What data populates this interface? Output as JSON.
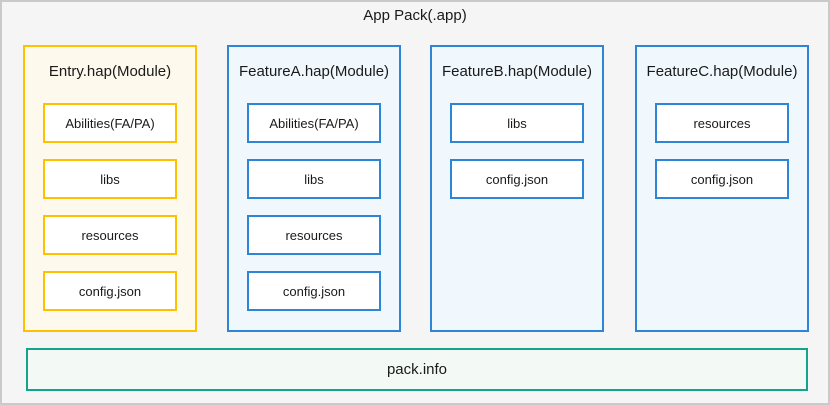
{
  "title": "App Pack(.app)",
  "pack_info": {
    "label": "pack.info"
  },
  "modules": [
    {
      "title": "Entry.hap(Module)",
      "theme": "gold",
      "items": [
        "Abilities(FA/PA)",
        "libs",
        "resources",
        "config.json"
      ]
    },
    {
      "title": "FeatureA.hap(Module)",
      "theme": "blue",
      "items": [
        "Abilities(FA/PA)",
        "libs",
        "resources",
        "config.json"
      ]
    },
    {
      "title": "FeatureB.hap(Module)",
      "theme": "blue",
      "items": [
        "libs",
        "config.json"
      ]
    },
    {
      "title": "FeatureC.hap(Module)",
      "theme": "blue",
      "items": [
        "resources",
        "config.json"
      ]
    }
  ],
  "colors": {
    "outer_border": "#C9CACB",
    "outer_bg": "#F5F5F6",
    "gold_border": "#FFC000",
    "gold_bg": "#FDF9EC",
    "blue_border": "#2C86D5",
    "blue_bg": "#F0F8FE",
    "teal_border": "#14A38B",
    "teal_bg": "#F3F9F4",
    "box_bg": "#FFFFFF",
    "text": "#1A1A1A"
  }
}
